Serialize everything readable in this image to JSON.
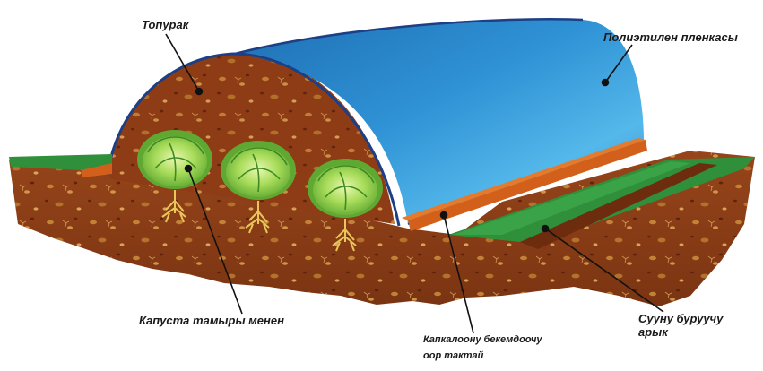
{
  "labels": {
    "soil": "Топурак",
    "film": "Полиэтилен пленкасы",
    "cabbage": "Капуста тамыры менен",
    "board_line1": "Капкалоону бекемдоочу",
    "board_line2": "оор тактай",
    "ditch_line1": "Сууну буруучу",
    "ditch_line2": "арык"
  },
  "colors": {
    "soil": "#8a3d17",
    "soil_dark": "#6e2c0f",
    "film": "#2a86c9",
    "film_light": "#4fb0e6",
    "outline": "#1c3f86",
    "grass": "#2f8f3a",
    "board": "#d2601a",
    "cabbage": "#7cc243"
  },
  "icons": [
    "cabbage-icon",
    "root-icon",
    "leader-line"
  ]
}
